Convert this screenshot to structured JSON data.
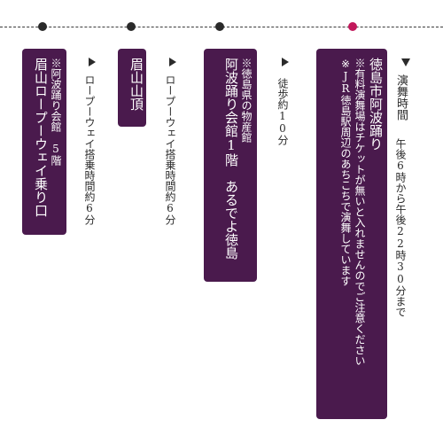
{
  "step_dewa": {
    "title": "徳島市阿波踊り",
    "notes": [
      "※JR徳島駅周辺のあちこちで演舞しています",
      "※有料演舞場はチケットが無いと入れませんのでご注意ください"
    ]
  },
  "step_time": {
    "label": "演舞時間",
    "value": "午後6時から午後22時30分まで"
  },
  "step_walk": {
    "text": "徒歩約10分"
  },
  "step_kaikan": {
    "note": "※徳島県の物産館",
    "title": "阿波踊り会館1階　あるでよ徳島"
  },
  "step_ropeway1": {
    "text": "ロープーウェイ搭乗時間約6分"
  },
  "step_summit": {
    "title": "眉山山頂"
  },
  "step_ropeway2": {
    "text": "ロープーウェイ搭乗時間約6分"
  },
  "step_station": {
    "title": "眉山ロープーウェイ乗り口",
    "note": "※阿波踊り会館　5階"
  },
  "colors": {
    "box": "#4a1a4d",
    "active_dot": "#c2185b",
    "dot": "#2a2a2a"
  }
}
